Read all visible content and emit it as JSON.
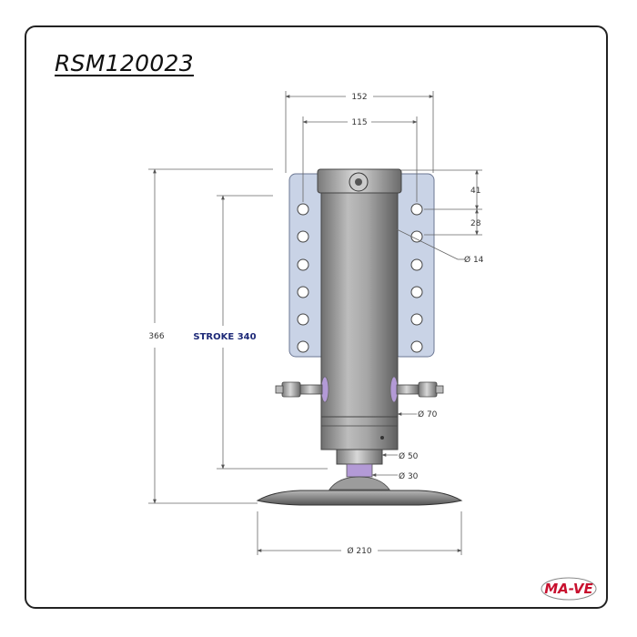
{
  "title": "RSM120023",
  "colors": {
    "bracket": "#c9d3e6",
    "body": "#9a9a9a",
    "stroke_label": "#1e2a78",
    "logo_red": "#c8102e"
  },
  "dimensions": {
    "bracket_width": "152",
    "hole_spacing_horizontal": "115",
    "top_to_first_hole": "41",
    "hole_pitch": "28",
    "hole_diameter": "Ø 14",
    "overall_height": "366",
    "stroke": "STROKE 340",
    "cylinder_diameter": "Ø 70",
    "rod_diameter": "Ø 50",
    "neck_diameter": "Ø 30",
    "base_diameter": "Ø 210"
  },
  "logo": {
    "text": "MA-VE"
  }
}
